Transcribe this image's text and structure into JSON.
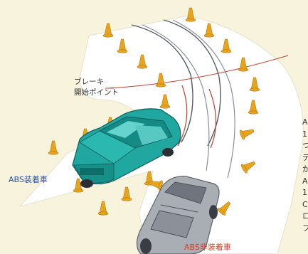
{
  "labels": {
    "brake_line1": "ブレーキ",
    "brake_line2": "開始ポイント",
    "abs_car": "ABS装着車",
    "non_abs_car": "ABS非装着車"
  },
  "side_text_fragments": [
    "A",
    "1",
    "つ",
    "テ",
    "か",
    "A",
    "1",
    "C",
    "ロ",
    "フ"
  ],
  "colors": {
    "background": "#f7f3dc",
    "track": "#ffffff",
    "cone": "#e9a41e",
    "abs_car_body": "#1fa7a0",
    "non_abs_car_body": "#a9adb4",
    "brake_line": "#c0402f",
    "abs_label": "#2255a8",
    "non_abs_label": "#d0402a"
  }
}
